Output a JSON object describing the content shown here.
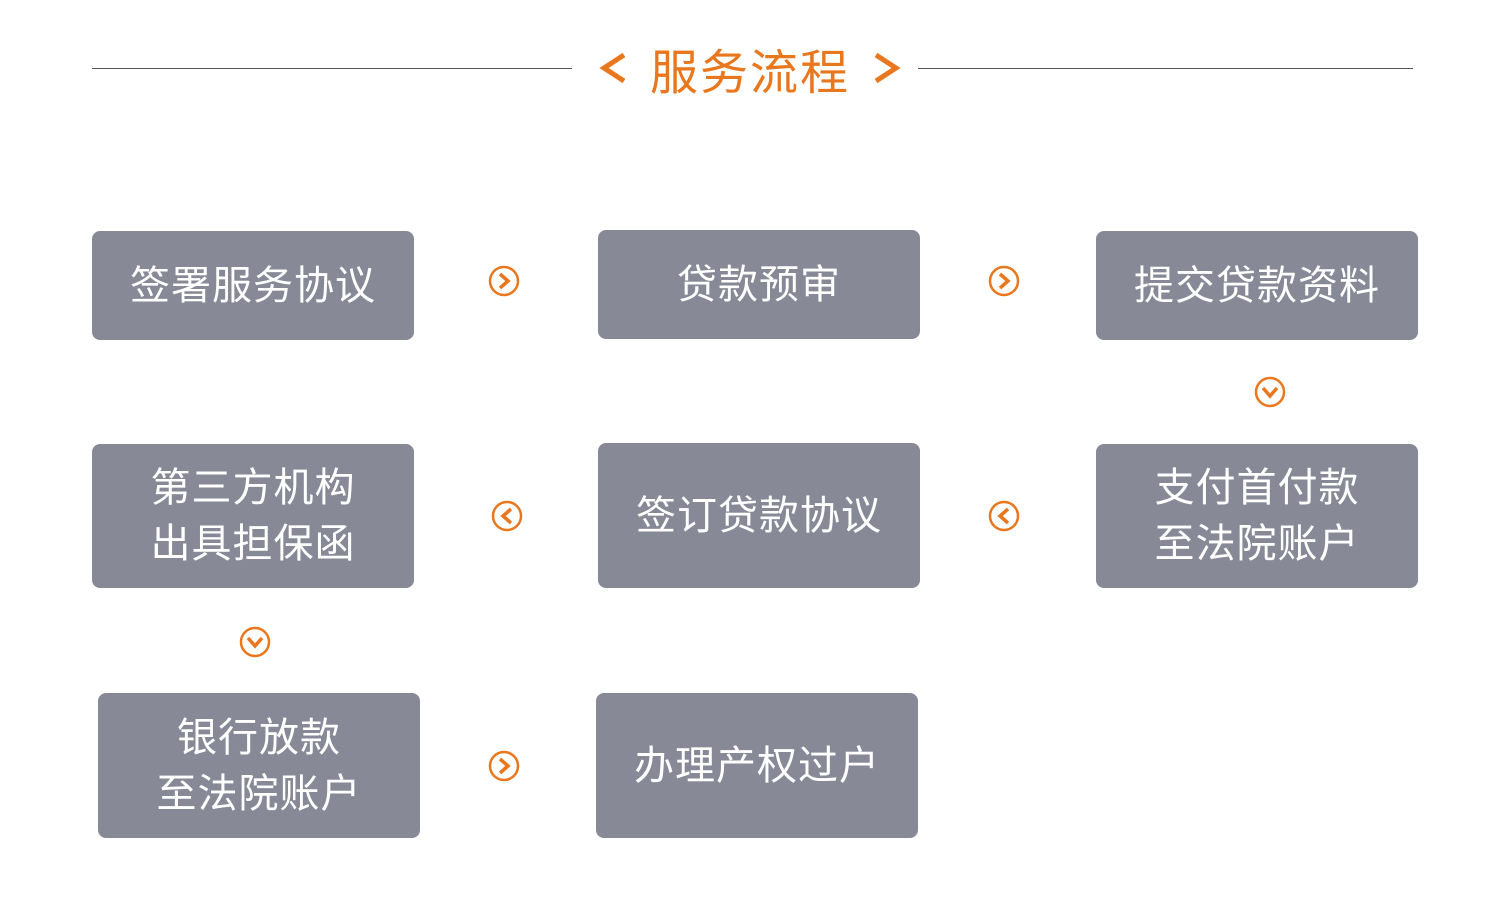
{
  "header": {
    "title": "服务流程"
  },
  "colors": {
    "accent": "#e8771e",
    "box": "#878a96",
    "text": "#ffffff",
    "rule": "#555555"
  },
  "steps": [
    {
      "lines": [
        "签署服务协议"
      ]
    },
    {
      "lines": [
        "贷款预审"
      ]
    },
    {
      "lines": [
        "提交贷款资料"
      ]
    },
    {
      "lines": [
        "支付首付款",
        "至法院账户"
      ]
    },
    {
      "lines": [
        "签订贷款协议"
      ]
    },
    {
      "lines": [
        "第三方机构",
        "出具担保函"
      ]
    },
    {
      "lines": [
        "银行放款",
        "至法院账户"
      ]
    },
    {
      "lines": [
        "办理产权过户"
      ]
    }
  ],
  "connectors": [
    {
      "icon": "chevron-right-circle-icon"
    },
    {
      "icon": "chevron-right-circle-icon"
    },
    {
      "icon": "chevron-down-circle-icon"
    },
    {
      "icon": "chevron-left-circle-icon"
    },
    {
      "icon": "chevron-left-circle-icon"
    },
    {
      "icon": "chevron-down-circle-icon"
    },
    {
      "icon": "chevron-right-circle-icon"
    }
  ]
}
